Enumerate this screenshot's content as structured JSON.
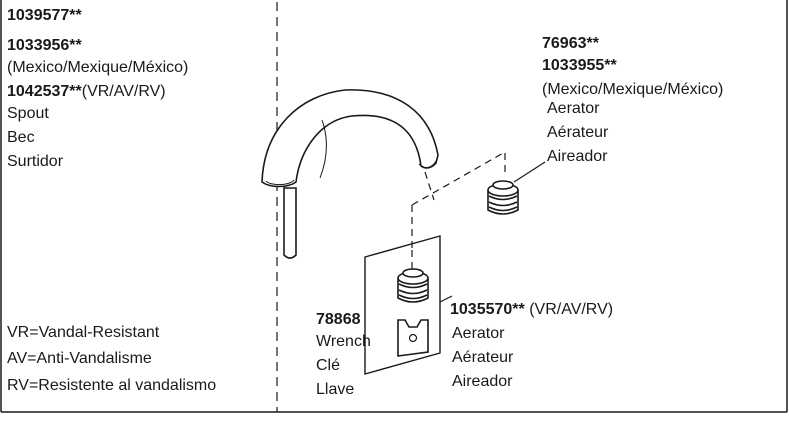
{
  "colors": {
    "ink": "#1a1a1a",
    "background": "#ffffff"
  },
  "spout": {
    "parts": [
      "1039577**",
      "1033956**",
      "1042537**"
    ],
    "mexico_note": "(Mexico/Mexique/México)",
    "vr_note": "(VR/AV/RV)",
    "names": [
      "Spout",
      "Bec",
      "Surtidor"
    ]
  },
  "aerator_top": {
    "parts": [
      "76963**",
      "1033955**"
    ],
    "mexico_note": "(Mexico/Mexique/México)",
    "names": [
      "Aerator",
      "Aérateur",
      "Aireador"
    ]
  },
  "aerator_bottom": {
    "part": "1035570**",
    "vr_note": "(VR/AV/RV)",
    "names": [
      "Aerator",
      "Aérateur",
      "Aireador"
    ]
  },
  "wrench": {
    "part": "78868",
    "names": [
      "Wrench",
      "Clé",
      "Llave"
    ]
  },
  "legend": [
    "VR=Vandal-Resistant",
    "AV=Anti-Vandalisme",
    "RV=Resistente al vandalismo"
  ]
}
